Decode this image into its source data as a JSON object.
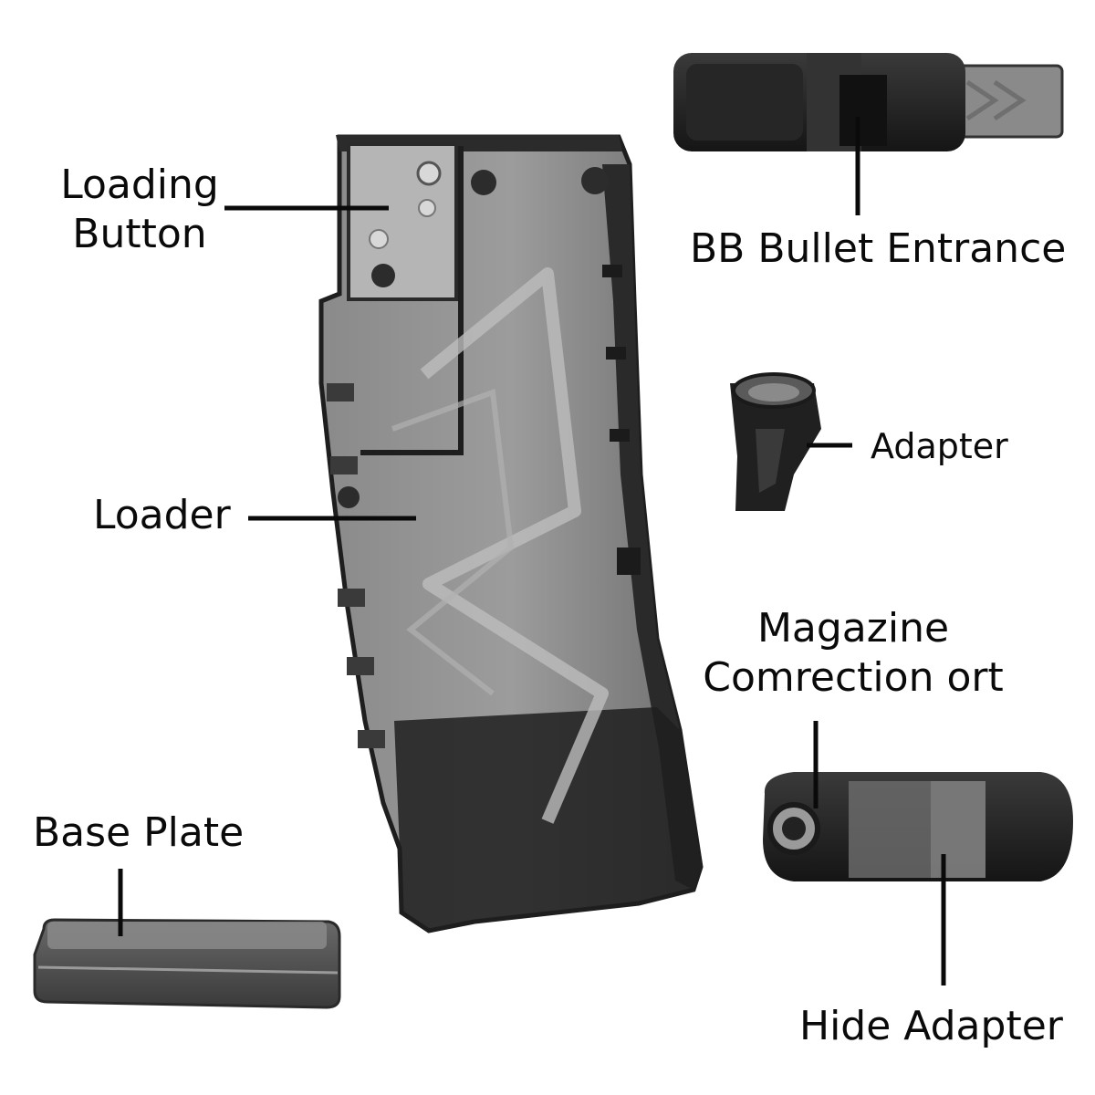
{
  "labels": {
    "loading_button": [
      "Loading",
      "Button"
    ],
    "loader": "Loader",
    "base_plate": "Base Plate",
    "bb_bullet_entrance": "BB Bullet Entrance",
    "adapter": "Adapter",
    "magazine_connection_port": [
      "Magazine",
      "Comrection ort"
    ],
    "hide_adapter": "Hide Adapter"
  },
  "colors": {
    "background": "#ffffff",
    "text": "#0a0a0a",
    "leader_line": "#0a0a0a",
    "translucent_body": "#7a7a7a",
    "dark_plastic": "#1e1e1e"
  }
}
